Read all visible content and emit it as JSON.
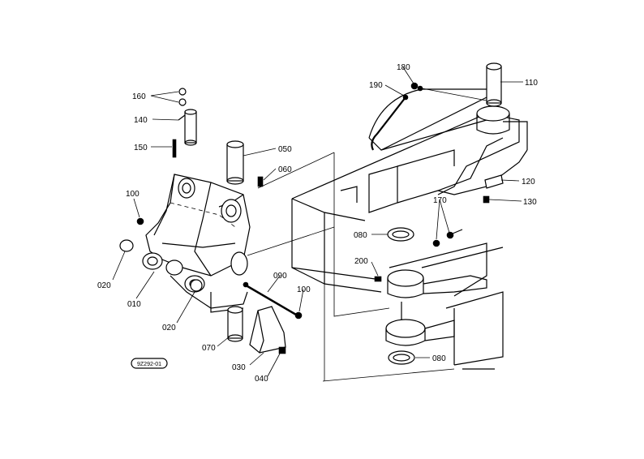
{
  "diagram": {
    "ref_code": "9Z292-01",
    "callouts": {
      "p010": "010",
      "p020a": "020",
      "p020b": "020",
      "p030": "030",
      "p040": "040",
      "p050": "050",
      "p060": "060",
      "p070": "070",
      "p080a": "080",
      "p080b": "080",
      "p090": "090",
      "p100a": "100",
      "p100b": "100",
      "p110": "110",
      "p120": "120",
      "p130": "130",
      "p140": "140",
      "p150": "150",
      "p160": "160",
      "p170": "170",
      "p180": "180",
      "p190": "190",
      "p200": "200"
    }
  }
}
